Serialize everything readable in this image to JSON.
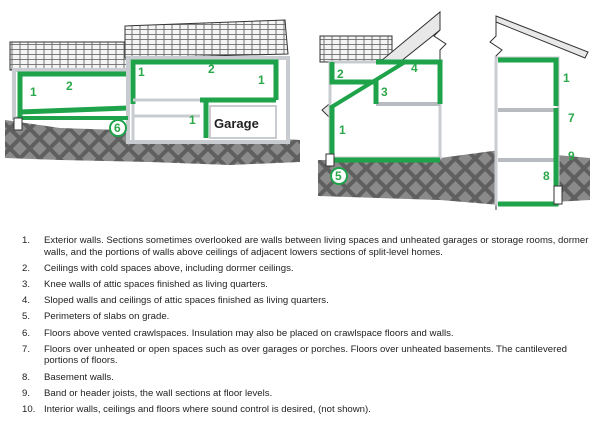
{
  "colors": {
    "insulation": "#1ea34a",
    "ground": "#6d6d6d",
    "wall": "#cfd2d6",
    "roof": "#f0f0f0",
    "text": "#222222"
  },
  "diagram": {
    "left_house": {
      "labels": [
        "1",
        "2",
        "1",
        "2",
        "1",
        "1",
        "6"
      ],
      "garage_label": "Garage"
    },
    "right_house": {
      "labels": [
        "2",
        "4",
        "3",
        "1",
        "1",
        "7",
        "9",
        "8",
        "5"
      ]
    }
  },
  "legend": {
    "items": [
      {
        "number": "1.",
        "text": "Exterior walls. Sections sometimes overlooked are walls between living spaces and unheated garages or storage rooms, dormer walls, and the portions of walls above ceilings of adjacent lowers sections of split-level homes."
      },
      {
        "number": "2.",
        "text": "Ceilings with cold spaces above, including dormer ceilings."
      },
      {
        "number": "3.",
        "text": "Knee walls of attic spaces finished as living quarters."
      },
      {
        "number": "4.",
        "text": "Sloped walls and ceilings of attic spaces finished as living quarters."
      },
      {
        "number": "5.",
        "text": "Perimeters of slabs on grade."
      },
      {
        "number": "6.",
        "text": "Floors above vented crawlspaces. Insulation may also be placed on crawlspace floors and walls."
      },
      {
        "number": "7.",
        "text": "Floors over unheated or open spaces such as over garages or porches. Floors over unheated basements. The cantilevered portions of floors."
      },
      {
        "number": "8.",
        "text": "Basement walls."
      },
      {
        "number": "9.",
        "text": "Band or header joists, the wall sections at floor levels."
      },
      {
        "number": "10.",
        "text": "Interior walls, ceilings and floors where sound control is desired, (not shown)."
      }
    ]
  }
}
